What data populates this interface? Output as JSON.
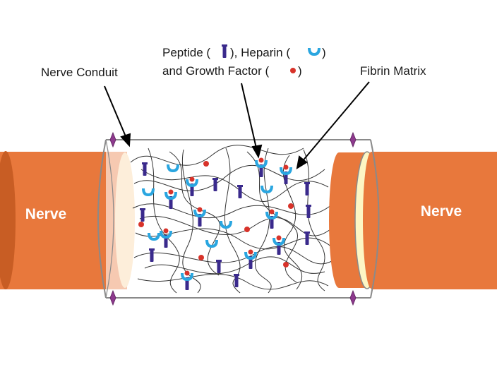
{
  "labels": {
    "nerve_left": "Nerve",
    "nerve_right": "Nerve",
    "nerve_conduit": "Nerve Conduit",
    "legend_line1_a": "Peptide (",
    "legend_line1_b": "),  Heparin (",
    "legend_line1_c": ")",
    "legend_line2_a": "and Growth Factor (",
    "legend_line2_b": ")",
    "fibrin_matrix": "Fibrin Matrix"
  },
  "colors": {
    "nerve": "#e8783c",
    "nerve_dark": "#c85d24",
    "nerve_end": "#fbd4a3",
    "nerve_end_right": "#fdf6c4",
    "conduit_outline": "#8a8a8a",
    "fiber": "#333333",
    "peptide": "#3a2a8c",
    "heparin": "#2aa6e0",
    "growth_factor": "#d8332a",
    "suture": "#8e3a8e"
  }
}
